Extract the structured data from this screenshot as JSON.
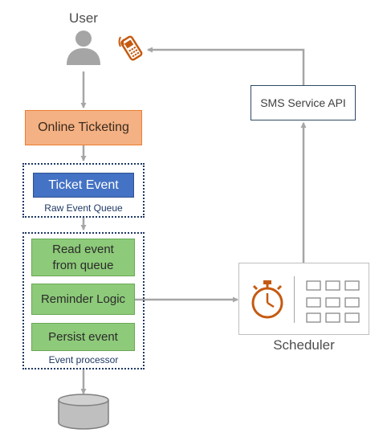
{
  "user": {
    "label": "User"
  },
  "online_ticketing": {
    "label": "Online Ticketing"
  },
  "raw_event_queue": {
    "item": "Ticket Event",
    "caption": "Raw Event Queue"
  },
  "event_processor": {
    "steps": [
      "Read event\nfrom queue",
      "Reminder Logic",
      "Persist event"
    ],
    "caption": "Event processor"
  },
  "sms_service": {
    "label": "SMS Service API"
  },
  "scheduler": {
    "label": "Scheduler"
  },
  "icons": [
    "user-icon",
    "mobile-phone-icon",
    "stopwatch-icon",
    "database-icon",
    "calendar-grid-icon"
  ],
  "colors": {
    "online_ticketing_fill": "#f4b183",
    "online_ticketing_border": "#ed7d31",
    "ticket_event_fill": "#4472c4",
    "step_fill": "#8dca79",
    "dotted_border": "#1f3864",
    "icon_orange": "#c55a11",
    "arrow": "#a6a6a6"
  }
}
